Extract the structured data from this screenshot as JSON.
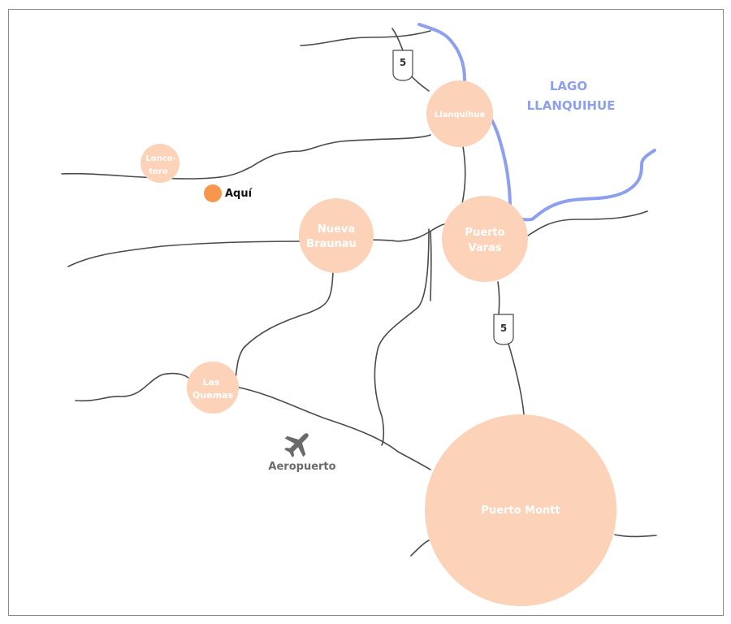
{
  "map": {
    "lake": {
      "line1": "LAGO",
      "line2": "LLANQUIHUE",
      "color": "#8c9ff0"
    },
    "cities": {
      "llanquihue": {
        "label": "Llanquihue"
      },
      "lonco_toro": {
        "line1": "Lonco-",
        "line2": "toro"
      },
      "nueva_braunau": {
        "line1": "Nueva",
        "line2": "Braunau"
      },
      "puerto_varas": {
        "line1": "Puerto",
        "line2": "Varas"
      },
      "las_quemas": {
        "line1": "Las",
        "line2": "Quemas"
      },
      "puerto_montt": {
        "label": "Puerto Montt"
      }
    },
    "route_shield_north": "5",
    "route_shield_south": "5",
    "marker": {
      "label": "Aquí",
      "color": "#f7964d"
    },
    "airport": {
      "label": "Aeropuerto",
      "icon": "airplane-icon"
    },
    "colors": {
      "city_fill": "#fcd2b8",
      "river": "#8c9ff0",
      "road": "#4a4a4a"
    }
  }
}
